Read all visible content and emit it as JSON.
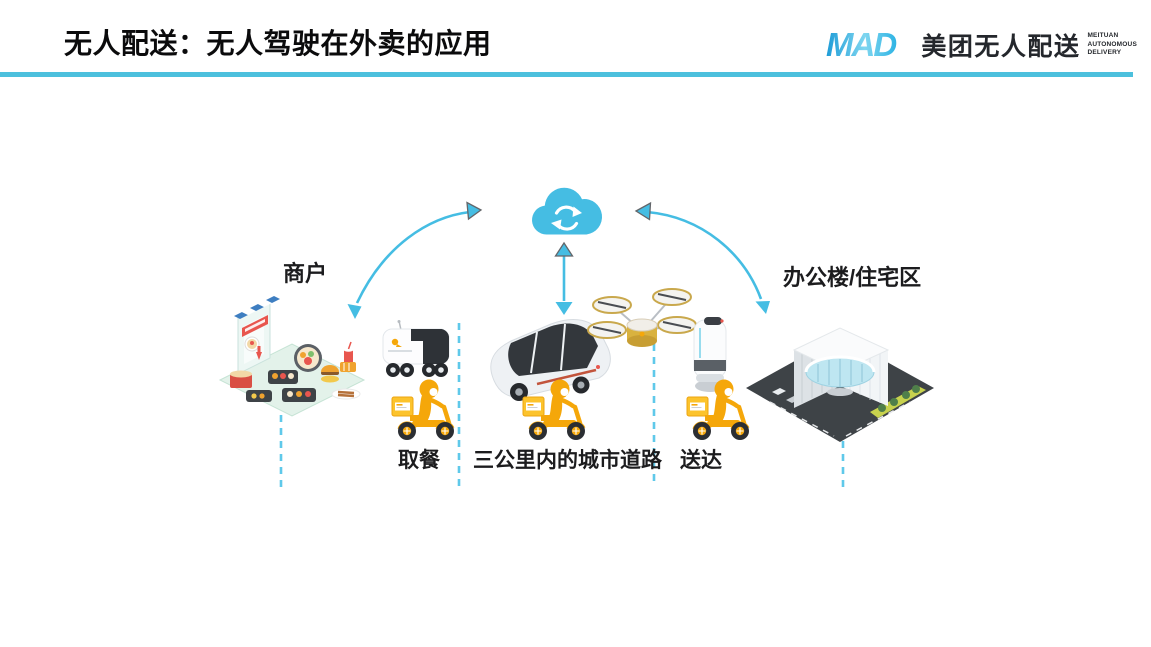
{
  "header": {
    "title": "无人配送：无人驾驶在外卖的应用",
    "logo": {
      "monogram": "MAD",
      "brand_cn": "美团无人配送",
      "brand_en_line1": "MEITUAN",
      "brand_en_line2": "AUTONOMOUS",
      "brand_en_line3": "DELIVERY"
    }
  },
  "diagram": {
    "merchant_label": "商户",
    "destination_label": "办公楼/住宅区",
    "steps": {
      "pickup": "取餐",
      "road": "三公里内的城市道路",
      "delivered": "送达"
    },
    "icons": {
      "cloud": "cloud-sync-icon",
      "rider": "delivery-rider-icon",
      "sidewalk_robot": "sidewalk-robot-illustration",
      "van": "autonomous-van-illustration",
      "drone": "delivery-drone-illustration",
      "indoor_robot": "indoor-robot-illustration",
      "shop": "merchant-shop-illustration",
      "building": "office-building-illustration"
    },
    "colors": {
      "accent_cyan": "#45BDE3",
      "divider_cyan": "#4CC0DD",
      "dashed_cyan": "#5FC9EA",
      "rider_yellow": "#F5A70A",
      "dark": "#2E3237"
    }
  }
}
